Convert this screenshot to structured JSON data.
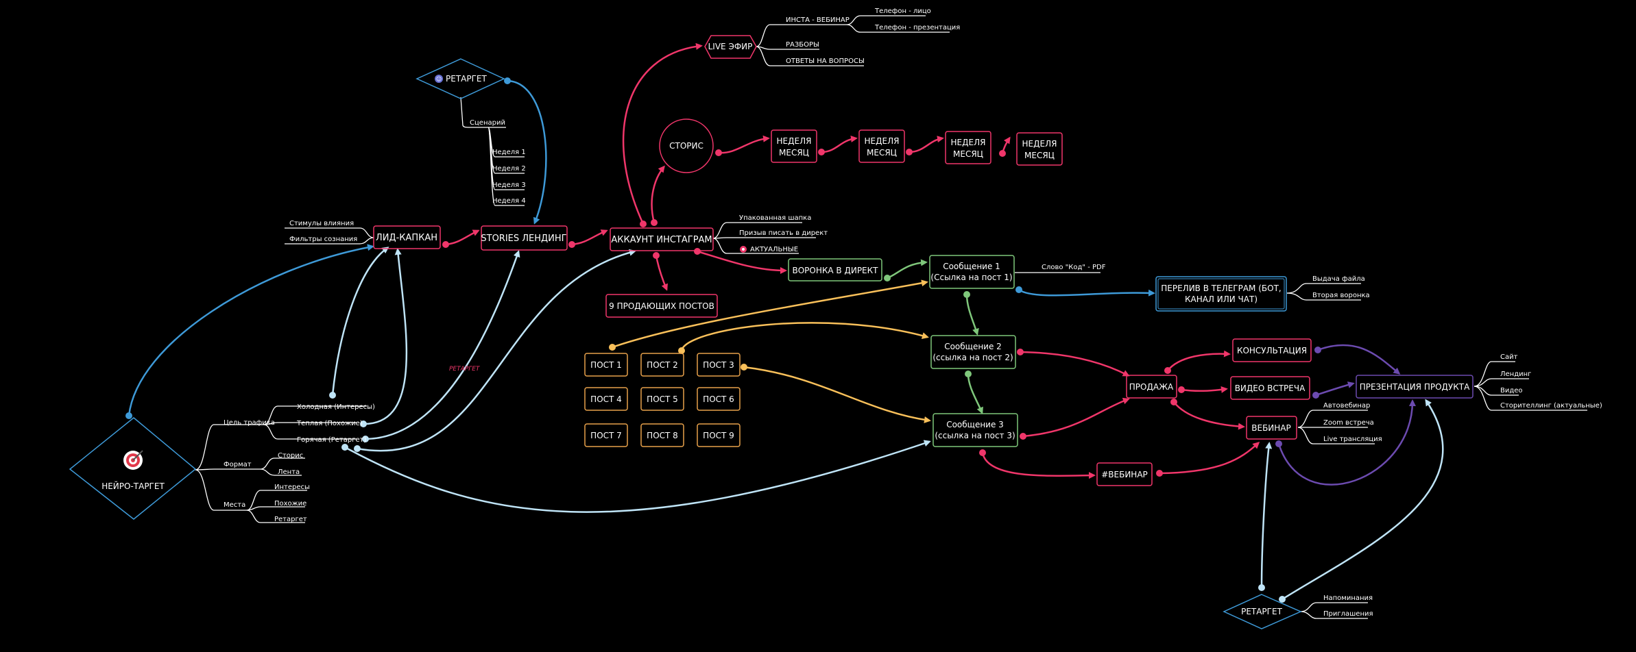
{
  "colors": {
    "background": "#000000",
    "pink": "#f0366a",
    "blue": "#3e9ad8",
    "lightblue": "#bfe4f7",
    "green": "#7fc77b",
    "yellow": "#f9c05a",
    "purple": "#6c4bb0",
    "orange": "#e8a14a",
    "white": "#ffffff"
  },
  "nodes": {
    "neiro_target": "НЕЙРО-ТАРГЕТ",
    "retarget_top": "РЕТАРГЕТ",
    "retarget_bottom": "РЕТАРГЕТ",
    "lid_kapkan": "ЛИД-КАПКАН",
    "stories_landing": "STORIES ЛЕНДИНГ",
    "akkaunt": "АККАУНТ ИНСТАГРАМ",
    "live": "LIVE ЭФИР",
    "storis": "СТОРИС",
    "week1": [
      "НЕДЕЛЯ",
      "МЕСЯЦ"
    ],
    "week2": [
      "НЕДЕЛЯ",
      "МЕСЯЦ"
    ],
    "week3": [
      "НЕДЕЛЯ",
      "МЕСЯЦ"
    ],
    "week4": [
      "НЕДЕЛЯ",
      "МЕСЯЦ"
    ],
    "voronka": "ВОРОНКА В ДИРЕКТ",
    "prodayushchie": "9 ПРОДАЮЩИХ ПОСТОВ",
    "msg1": [
      "Сообщение 1",
      "(Ссылка на пост 1)"
    ],
    "msg2": [
      "Сообщение 2",
      "(ссылка на пост 2)"
    ],
    "msg3": [
      "Сообщение 3",
      "(ссылка на пост 3)"
    ],
    "pereliv": [
      "ПЕРЕЛИВ В ТЕЛЕГРАМ (БОТ,",
      "КАНАЛ ИЛИ ЧАТ)"
    ],
    "prodazha": "ПРОДАЖА",
    "konsultaciya": "КОНСУЛЬТАЦИЯ",
    "video_vstrecha": "ВИДЕО ВСТРЕЧА",
    "vebinar": "ВЕБИНАР",
    "hash_vebinar": "#ВЕБИНАР",
    "prezentaciya": "ПРЕЗЕНТАЦИЯ ПРОДУКТА",
    "posts": [
      "ПОСТ 1",
      "ПОСТ 2",
      "ПОСТ 3",
      "ПОСТ 4",
      "ПОСТ 5",
      "ПОСТ 6",
      "ПОСТ 7",
      "ПОСТ 8",
      "ПОСТ 9"
    ]
  },
  "labels": {
    "retarget_red": "РЕТАРГЕТ",
    "scenariy": "Сценарий",
    "nedelya1": "Неделя 1",
    "nedelya2": "Неделя 2",
    "nedelya3": "Неделя 3",
    "nedelya4": "Неделя 4",
    "stimuly": "Стимулы  влияния",
    "filtry": "Фильтры сознания",
    "cel_trafika": "Цель трафика",
    "holodnaya": "Холодная (Интересы)",
    "teplaya": "Теплая (Похожие)",
    "goryachaya": "Горячая (Ретаргет)",
    "format": "Формат",
    "storis_f": "Сторис",
    "lenta": "Лента",
    "mesta": "Места",
    "interesy": "Интересы",
    "pohozhie": "Похожие",
    "retarget_m": "Ретаргет",
    "insta_vebinar": "ИНСТА - ВЕБИНАР",
    "telefon_lico": "Телефон - лицо",
    "telefon_prez": "Телефон - презентация",
    "razbory": "РАЗБОРЫ",
    "otvety": "ОТВЕТЫ НА ВОПРОСЫ",
    "upakovannaya": "Упакованная шапка",
    "prizyv": "Призыв писать в директ",
    "aktualnye": "АКТУАЛЬНЫЕ",
    "slovo_kod": "Слово \"Код\" - PDF",
    "vydacha": "Выдача файла",
    "vtoraya": "Вторая воронка",
    "avtovebinar": "Автовебинар",
    "zoom": "Zoom встреча",
    "live_tr": "Live трансляция",
    "sayt": "Сайт",
    "lending": "Лендинг",
    "video": "Видео",
    "storitelling": "Сторителлинг (актуальные)",
    "napominaniya": "Напоминания",
    "priglasheniya": "Приглашения"
  }
}
